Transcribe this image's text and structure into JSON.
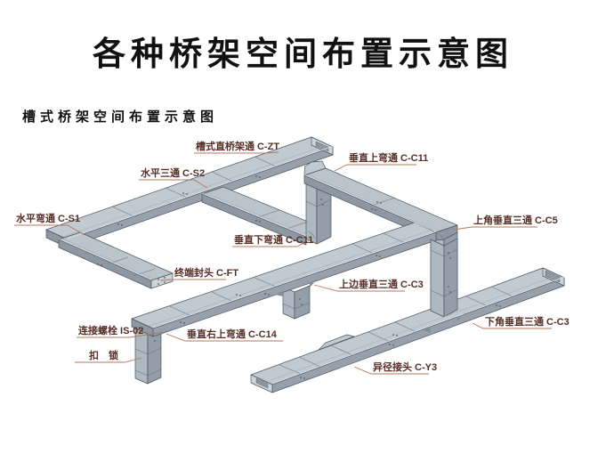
{
  "page": {
    "title": "各种桥架空间布置示意图",
    "subtitle": "槽式桥架空间布置示意图"
  },
  "diagram": {
    "labels": [
      {
        "id": "czt",
        "text": "槽式直桥架通 C-ZT"
      },
      {
        "id": "cs2",
        "text": "水平三通 C-S2"
      },
      {
        "id": "cs1",
        "text": "水平弯通 C-S1"
      },
      {
        "id": "cc11up",
        "text": "垂直上弯通 C-C11"
      },
      {
        "id": "cc11dn",
        "text": "垂直下弯通 C-C11"
      },
      {
        "id": "cc5",
        "text": "上角垂直三通 C-C5"
      },
      {
        "id": "cft",
        "text": "终端封头 C-FT"
      },
      {
        "id": "cc3top",
        "text": "上边垂直三通 C-C3"
      },
      {
        "id": "is02",
        "text": "连接螺栓 IS-02"
      },
      {
        "id": "lock",
        "text": "扣　锁"
      },
      {
        "id": "cc14",
        "text": "垂直右上弯通 C-C14"
      },
      {
        "id": "cc3bot",
        "text": "下角垂直三通 C-C3"
      },
      {
        "id": "cy3",
        "text": "异径接头 C-Y3"
      }
    ],
    "colors": {
      "tray_top": "#c1cad1",
      "tray_side": "#96a1ab",
      "column_light": "#aeb8c0",
      "column_dark": "#939ea9",
      "outline": "#4b5660",
      "label_text": "#562f27",
      "leader_line": "#b8775f"
    }
  }
}
